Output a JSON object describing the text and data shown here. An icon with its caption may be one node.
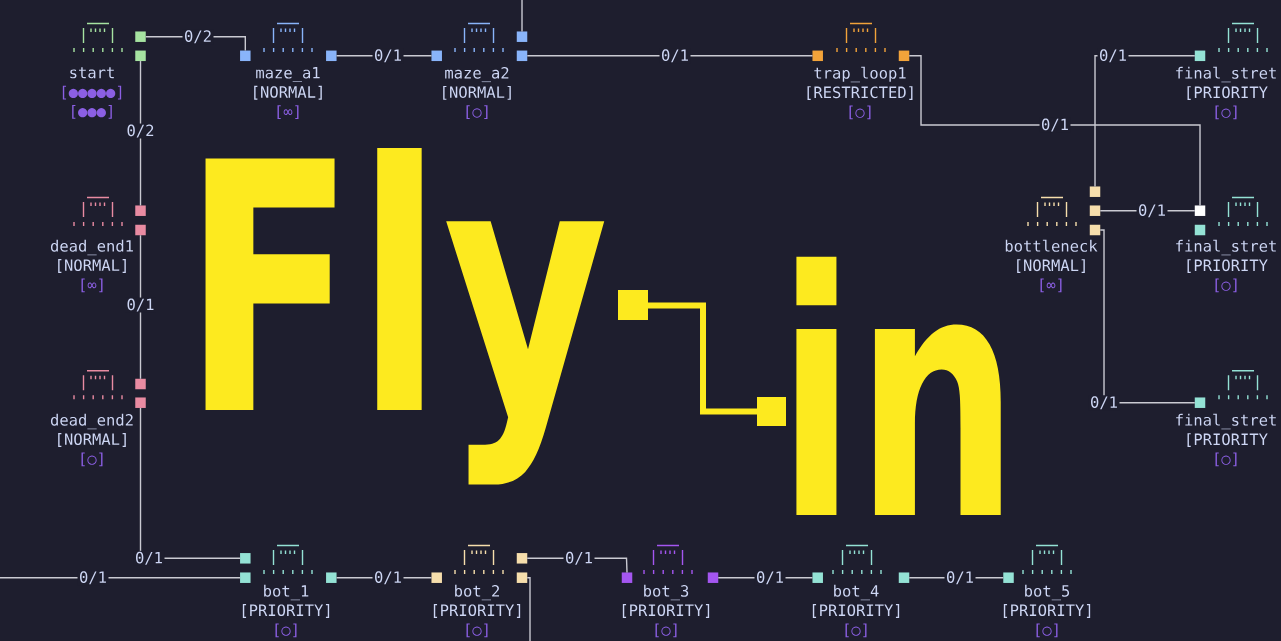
{
  "diagram": {
    "nodes": [
      {
        "text": [
          "start",
          "[●●●●●]",
          "[●●●]"
        ]
      },
      {
        "text": [
          "maze_a1",
          "[NORMAL]",
          "[∞]"
        ]
      },
      {
        "text": [
          "maze_a2",
          "[NORMAL]",
          "[○]"
        ]
      },
      {
        "text": [
          "trap_loop1",
          "[RESTRICTED]",
          "[○]"
        ]
      },
      {
        "text": [
          "final_stret",
          "[PRIORITY",
          "[○]"
        ]
      },
      {
        "text": [
          "dead_end1",
          "[NORMAL]",
          "[∞]"
        ]
      },
      {
        "text": [
          "bottleneck",
          "[NORMAL]",
          "[∞]"
        ]
      },
      {
        "text": [
          "final_stret",
          "[PRIORITY",
          "[○]"
        ]
      },
      {
        "text": [
          "dead_end2",
          "[NORMAL]",
          "[○]"
        ]
      },
      {
        "text": [
          "final_stret",
          "[PRIORITY",
          "[○]"
        ]
      },
      {
        "text": [
          "bot_1",
          "[PRIORITY]",
          "[○]"
        ]
      },
      {
        "text": [
          "bot_2",
          "[PRIORITY]",
          "[○]"
        ]
      },
      {
        "text": [
          "bot_3",
          "[PRIORITY]",
          "[○]"
        ]
      },
      {
        "text": [
          "bot_4",
          "[PRIORITY]",
          "[○]"
        ]
      },
      {
        "text": [
          "bot_5",
          "[PRIORITY]",
          "[○]"
        ]
      }
    ],
    "edges": [
      {
        "from": 0,
        "to": 1,
        "arrow": "none",
        "label": "0/2"
      },
      {
        "from": 0,
        "to": 5,
        "arrow": "none",
        "label": "0/2"
      },
      {
        "from": 1,
        "to": 2,
        "arrow": "none",
        "label": "0/1"
      },
      {
        "from": 2,
        "to": 3,
        "arrow": "none",
        "label": "0/1"
      },
      {
        "from": 3,
        "to": 7,
        "arrow": "none",
        "label": "0/1"
      },
      {
        "from": 6,
        "to": 4,
        "arrow": "none",
        "label": "0/1"
      },
      {
        "from": 6,
        "to": 7,
        "arrow": "none",
        "label": "0/1"
      },
      {
        "from": 6,
        "to": 9,
        "arrow": "none",
        "label": "0/1"
      },
      {
        "from": 5,
        "to": 8,
        "arrow": "none",
        "label": "0/1"
      },
      {
        "from": 8,
        "to": 10,
        "arrow": "none",
        "label": "0/1"
      },
      {
        "from": null,
        "to": 10,
        "arrow": "none",
        "label": "0/1"
      },
      {
        "from": 10,
        "to": 11,
        "arrow": "none",
        "label": "0/1"
      },
      {
        "from": 11,
        "to": 12,
        "arrow": "none",
        "label": "0/1"
      },
      {
        "from": 12,
        "to": 13,
        "arrow": "none",
        "label": "0/1"
      },
      {
        "from": 13,
        "to": 14,
        "arrow": "none",
        "label": "0/1"
      },
      {
        "from": 2,
        "to": null,
        "arrow": "none"
      },
      {
        "from": 11,
        "to": null,
        "arrow": "none"
      }
    ],
    "labels": [
      "Fly",
      "in"
    ]
  }
}
